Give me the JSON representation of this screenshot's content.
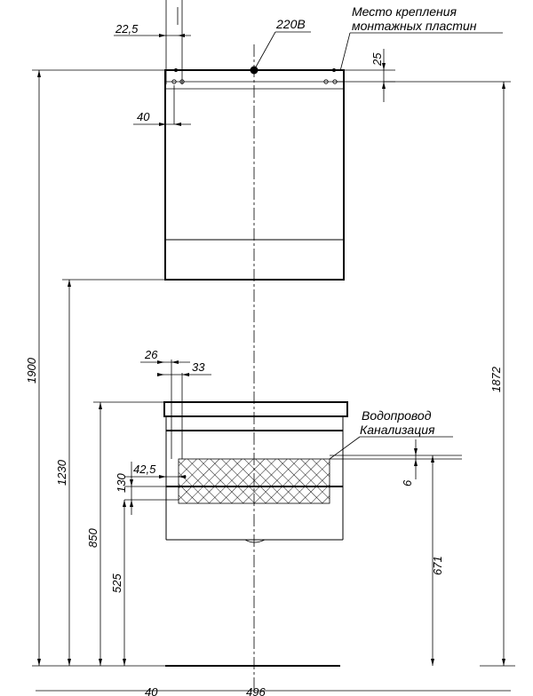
{
  "labels": {
    "mounting_line1": "Место крепления",
    "mounting_line2": "монтажных пластин",
    "power": "220В",
    "water": "Водопровод",
    "sewer": "Канализация"
  },
  "dimensions": {
    "d22_5": "22,5",
    "d25": "25",
    "d40_top": "40",
    "d26": "26",
    "d33": "33",
    "d42_5": "42,5",
    "d130": "130",
    "d6": "6",
    "d1900": "1900",
    "d1872": "1872",
    "d1230": "1230",
    "d850": "850",
    "d525": "525",
    "d671": "671",
    "d40_bottom": "40",
    "d496": "496"
  },
  "colors": {
    "stroke": "#000000",
    "background": "#ffffff"
  }
}
